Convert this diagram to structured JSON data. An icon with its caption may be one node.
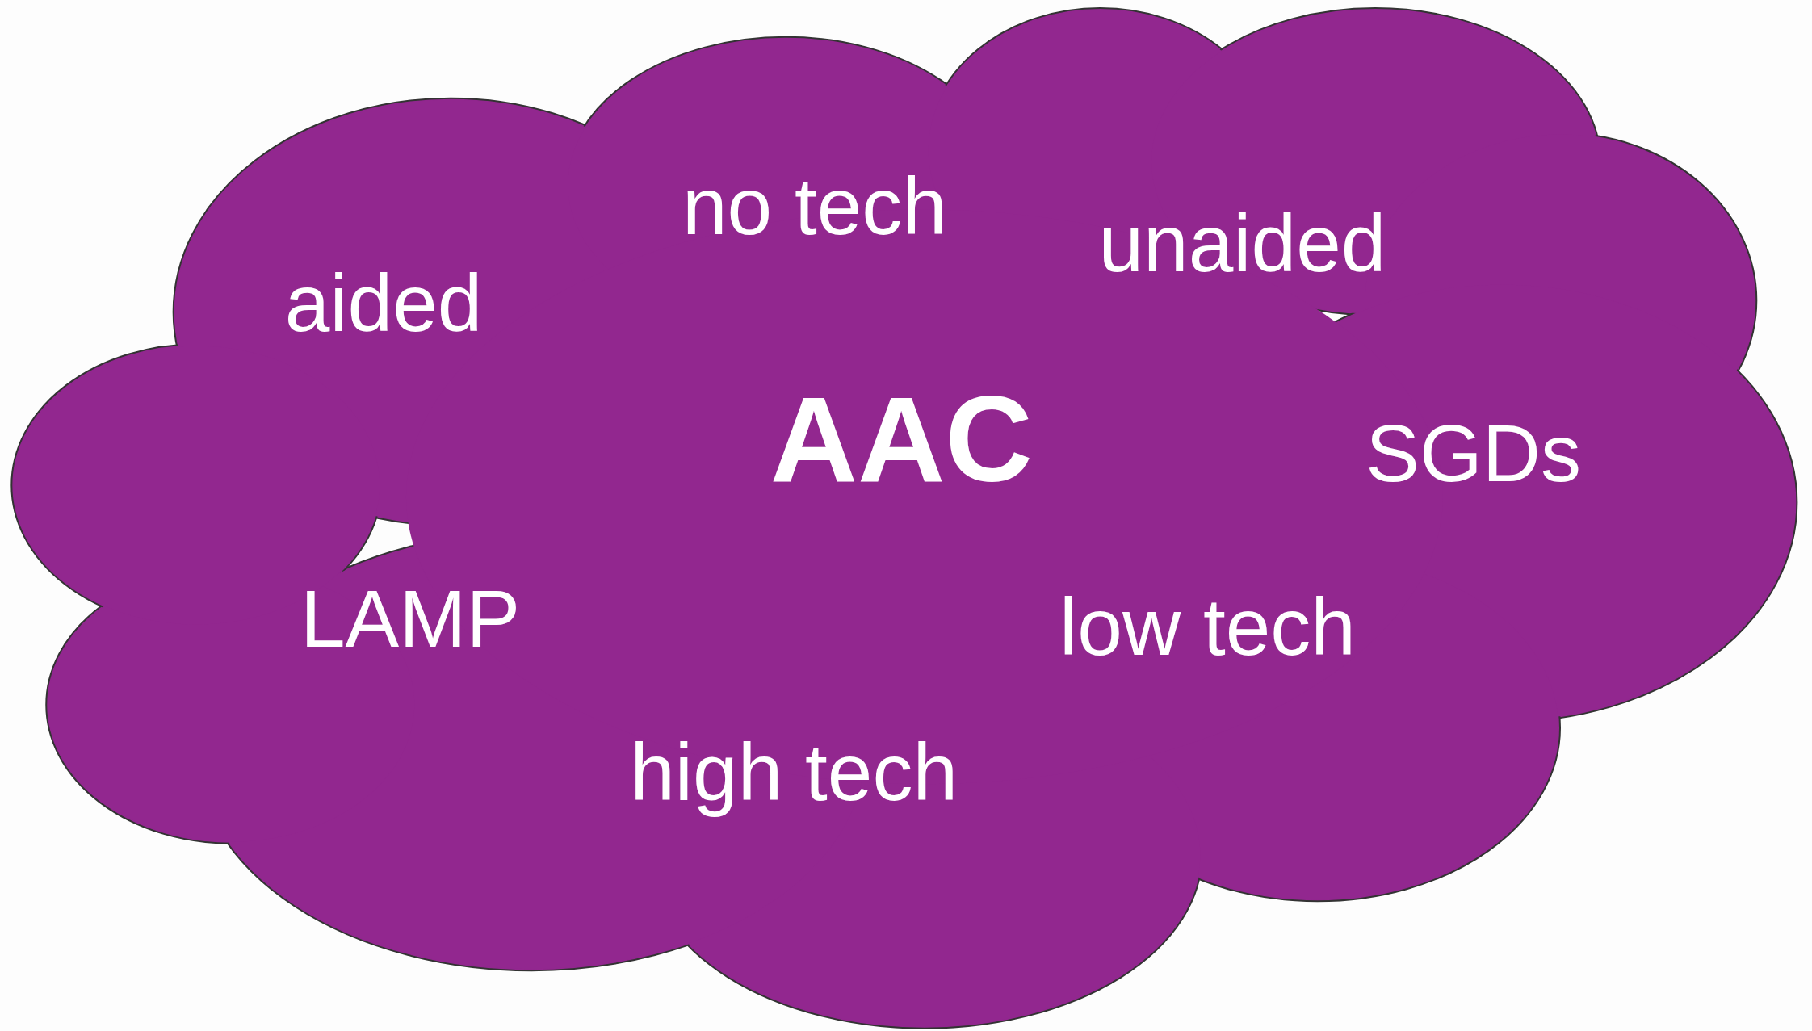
{
  "diagram": {
    "nodes": [
      {
        "text": [
          "no tech",
          "unaided",
          "aided",
          "AAC",
          "SGDs",
          "LAMP",
          "low tech",
          "high tech"
        ]
      }
    ]
  }
}
